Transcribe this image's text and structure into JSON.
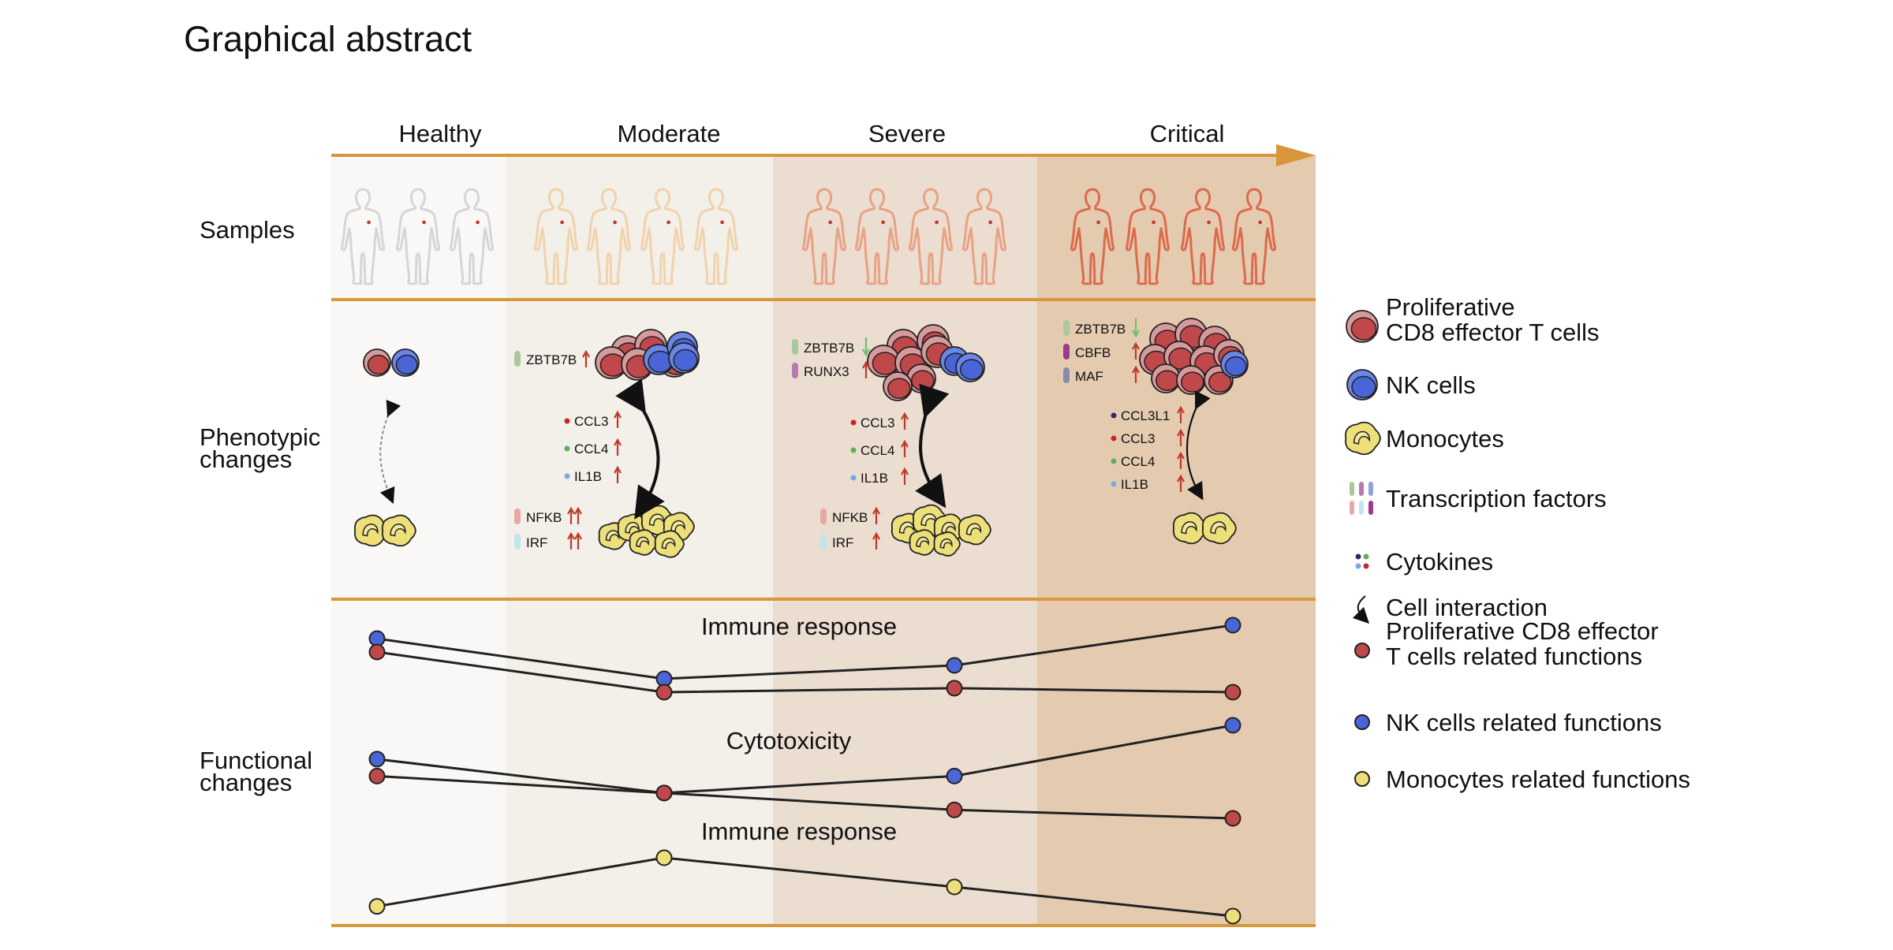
{
  "title": "Graphical abstract",
  "stages": [
    "Healthy",
    "Moderate",
    "Severe",
    "Critical"
  ],
  "rows": {
    "samples": "Samples",
    "phenotypic": [
      "Phenotypic",
      "changes"
    ],
    "functional": [
      "Functional",
      "changes"
    ]
  },
  "colors": {
    "axis": "#D9963A",
    "tcell": "#C0484A",
    "tcell_outer": "#D79A9C",
    "nk": "#4A66D6",
    "mono": "#EDE07A",
    "up_arrow": "#C0392B",
    "down_arrow": "#6DBF6D",
    "body_healthy": "#D6D6D6",
    "body_moderate": "#F1D3AC",
    "body_severe": "#E8A384",
    "body_critical": "#DD6B4E",
    "bg_healthy": "#F9F8F6",
    "bg_moderate": "#F3EFE9",
    "bg_severe": "#EBDDD0",
    "bg_critical": "#E4CBB0"
  },
  "phenotypic": {
    "healthy": {
      "tf": [],
      "cyto": [],
      "tf_low": []
    },
    "moderate": {
      "tf": [
        {
          "label": "ZBTB7B",
          "dir": "up",
          "color": "#A9C99B"
        }
      ],
      "cyto": [
        {
          "label": "CCL3",
          "dir": "up",
          "color": "#C62828"
        },
        {
          "label": "CCL4",
          "dir": "up",
          "color": "#5FAE5F"
        },
        {
          "label": "IL1B",
          "dir": "up",
          "color": "#7BA7E8"
        }
      ],
      "tf_low": [
        {
          "label": "NFKB",
          "dir": "upup",
          "color": "#E8A7A7"
        },
        {
          "label": "IRF",
          "dir": "upup",
          "color": "#BFE6EE"
        }
      ]
    },
    "severe": {
      "tf": [
        {
          "label": "ZBTB7B",
          "dir": "down",
          "color": "#A9C99B"
        },
        {
          "label": "RUNX3",
          "dir": "up",
          "color": "#B77BB0"
        }
      ],
      "cyto": [
        {
          "label": "CCL3",
          "dir": "up",
          "color": "#C62828"
        },
        {
          "label": "CCL4",
          "dir": "up",
          "color": "#5FAE5F"
        },
        {
          "label": "IL1B",
          "dir": "up",
          "color": "#7BA7E8"
        }
      ],
      "tf_low": [
        {
          "label": "NFKB",
          "dir": "up",
          "color": "#E8A7A7"
        },
        {
          "label": "IRF",
          "dir": "up",
          "color": "#BFE6EE"
        }
      ]
    },
    "critical": {
      "tf": [
        {
          "label": "ZBTB7B",
          "dir": "down",
          "color": "#A9C99B"
        },
        {
          "label": "CBFB",
          "dir": "up",
          "color": "#9E3A8C"
        },
        {
          "label": "MAF",
          "dir": "up",
          "color": "#8A8AA8"
        }
      ],
      "cyto": [
        {
          "label": "CCL3L1",
          "dir": "up",
          "color": "#2B2B6B"
        },
        {
          "label": "CCL3",
          "dir": "up",
          "color": "#C62828"
        },
        {
          "label": "CCL4",
          "dir": "up",
          "color": "#5FAE5F"
        },
        {
          "label": "IL1B",
          "dir": "up",
          "color": "#7BA7E8"
        }
      ],
      "tf_low": []
    }
  },
  "functional": {
    "labels": [
      "Immune response",
      "Cytotoxicity",
      "Immune response"
    ],
    "series": [
      {
        "group": "Immune response",
        "cell": "NK",
        "color": "#4A66D6",
        "values": [
          4,
          1,
          2,
          5
        ]
      },
      {
        "group": "Immune response",
        "cell": "T",
        "color": "#C0484A",
        "values": [
          3,
          0,
          0.3,
          0
        ]
      },
      {
        "group": "Cytotoxicity",
        "cell": "NK",
        "color": "#4A66D6",
        "values": [
          2,
          0,
          1,
          4
        ]
      },
      {
        "group": "Cytotoxicity",
        "cell": "T",
        "color": "#C0484A",
        "values": [
          1,
          0,
          -1,
          -1.5
        ]
      },
      {
        "group": "Immune response",
        "cell": "Mono",
        "color": "#EDE07A",
        "values": [
          0,
          5,
          2,
          -1
        ]
      }
    ]
  },
  "legend": [
    {
      "icon": "tcell",
      "lines": [
        "Proliferative",
        "CD8 effector T cells"
      ]
    },
    {
      "icon": "nk",
      "lines": [
        "NK cells"
      ]
    },
    {
      "icon": "mono",
      "lines": [
        "Monocytes"
      ]
    },
    {
      "icon": "tf",
      "lines": [
        "Transcription factors"
      ]
    },
    {
      "icon": "cytokine",
      "lines": [
        "Cytokines"
      ]
    },
    {
      "icon": "interaction",
      "lines": [
        "Cell interaction"
      ]
    },
    {
      "icon": "dot-t",
      "lines": [
        "Proliferative CD8 effector",
        "T cells related functions"
      ]
    },
    {
      "icon": "dot-nk",
      "lines": [
        "NK cells related functions"
      ]
    },
    {
      "icon": "dot-mono",
      "lines": [
        "Monocytes related functions"
      ]
    }
  ]
}
